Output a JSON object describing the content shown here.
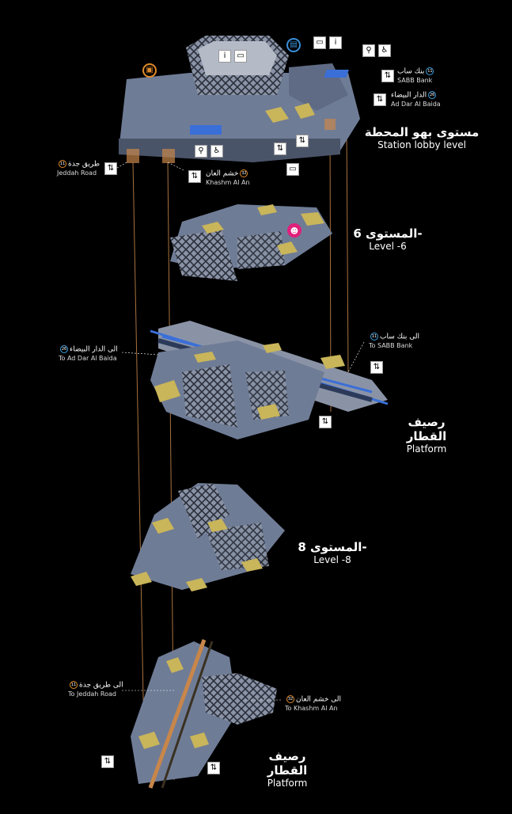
{
  "levels": {
    "lobby": {
      "ar": "مستوى بهو المحطة",
      "en": "Station lobby level"
    },
    "level6": {
      "ar": "المستوى 6-",
      "en": "Level -6"
    },
    "platform1": {
      "ar": "رصيف القطار",
      "en": "Platform"
    },
    "level8": {
      "ar": "المستوى 8-",
      "en": "Level -8"
    },
    "platform2": {
      "ar": "رصيف القطار",
      "en": "Platform"
    }
  },
  "callouts": {
    "sabb_bank": {
      "ar": "بنك ساب",
      "en": "SABB Bank",
      "badge": "11"
    },
    "ad_dar_al_baida": {
      "ar": "الدار البيضاء",
      "en": "Ad Dar Al Baida",
      "badge": "26"
    },
    "jeddah_road": {
      "ar": "طريق جدة",
      "en": "Jeddah Road",
      "badge": "11"
    },
    "khashm_al_an": {
      "ar": "خشم العان",
      "en": "Khashm Al An",
      "badge": "32"
    },
    "to_sabb_bank": {
      "ar": "الى بنك ساب",
      "en": "To SABB Bank",
      "badge": "11"
    },
    "to_ad_dar_al_baida": {
      "ar": "الى الدار البيضاء",
      "en": "To Ad Dar Al Baida",
      "badge": "26"
    },
    "to_jeddah_road": {
      "ar": "الى طريق جدة",
      "en": "To Jeddah Road",
      "badge": "11"
    },
    "to_khashm_al_an": {
      "ar": "الى خشم العان",
      "en": "To Khashm Al An",
      "badge": "32"
    }
  },
  "colors": {
    "floor": "#6f7c96",
    "floor_dark": "#4a5469",
    "wall": "#8a93a6",
    "escalator": "#c9b55a",
    "shaft": "#c8864a",
    "accent_blue": "#3a6fd8",
    "accent_orange": "#e08a2a",
    "accent_magenta": "#e0207a"
  },
  "icons": [
    "info-icon",
    "ticket-icon",
    "restroom-icon",
    "accessible-icon",
    "elevator-icon",
    "train-icon",
    "bus-icon",
    "walking-icon"
  ]
}
